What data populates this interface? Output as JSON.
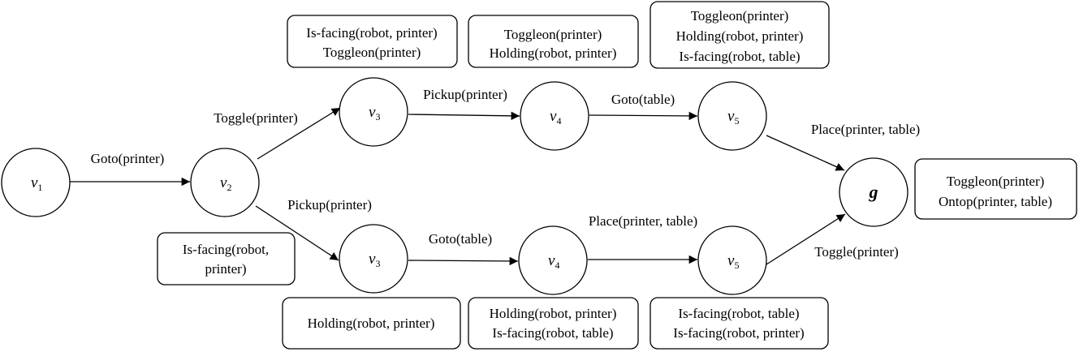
{
  "nodes": {
    "v1": {
      "letter": "v",
      "sub": "1"
    },
    "v2": {
      "letter": "v",
      "sub": "2"
    },
    "v3_top": {
      "letter": "v",
      "sub": "3"
    },
    "v4_top": {
      "letter": "v",
      "sub": "4"
    },
    "v5_top": {
      "letter": "v",
      "sub": "5"
    },
    "v3_bot": {
      "letter": "v",
      "sub": "3"
    },
    "v4_bot": {
      "letter": "v",
      "sub": "4"
    },
    "v5_bot": {
      "letter": "v",
      "sub": "5"
    },
    "g": {
      "letter": "g"
    }
  },
  "edges": {
    "v1_v2": "Goto(printer)",
    "v2_v3_top": "Toggle(printer)",
    "v3_v4_top": "Pickup(printer)",
    "v4_v5_top": "Goto(table)",
    "v5_g_top": "Place(printer, table)",
    "v2_v3_bot": "Pickup(printer)",
    "v3_v4_bot": "Goto(table)",
    "v4_v5_bot": "Place(printer, table)",
    "v5_g_bot": "Toggle(printer)"
  },
  "state_boxes": {
    "top_v3": [
      "Is-facing(robot, printer)",
      "Toggleon(printer)"
    ],
    "top_v4": [
      "Toggleon(printer)",
      "Holding(robot, printer)"
    ],
    "top_v5": [
      "Toggleon(printer)",
      "Holding(robot, printer)",
      "Is-facing(robot, table)"
    ],
    "goal": [
      "Toggleon(printer)",
      "Ontop(printer, table)"
    ],
    "bot_v2": [
      "Is-facing(robot,",
      "printer)"
    ],
    "bot_v3": [
      "Holding(robot, printer)"
    ],
    "bot_v4": [
      "Holding(robot, printer)",
      "Is-facing(robot, table)"
    ],
    "bot_v5": [
      "Is-facing(robot, table)",
      "Is-facing(robot, printer)"
    ]
  }
}
